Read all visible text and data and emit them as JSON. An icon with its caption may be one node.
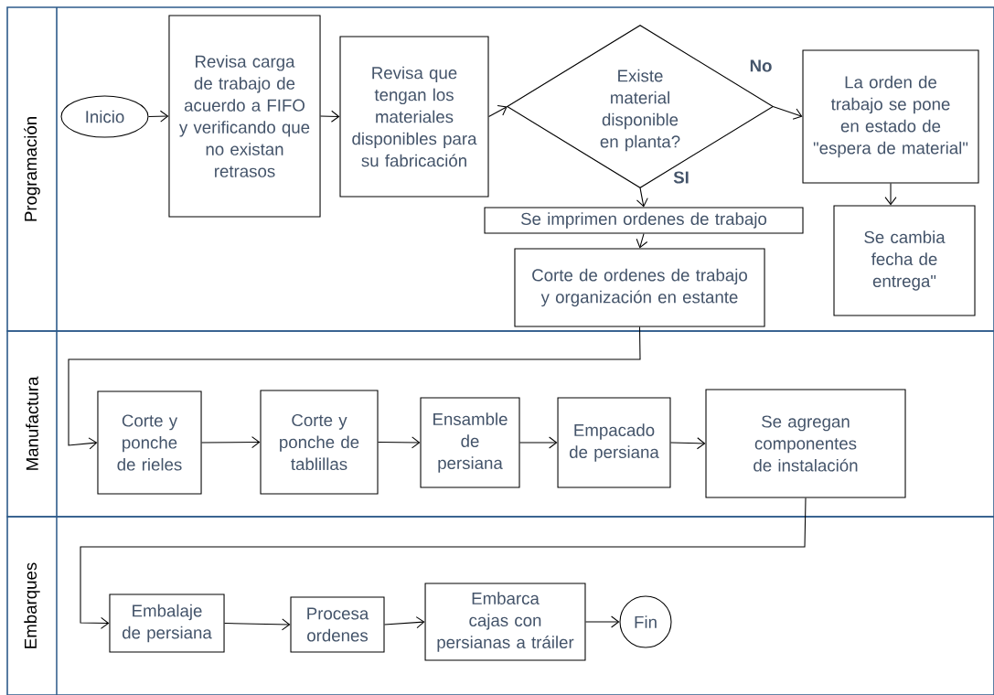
{
  "diagram": {
    "nodes": [
      {
        "text": [
          "Programación"
        ]
      },
      {
        "text": [
          "Inicio"
        ],
        "in": 0
      },
      {
        "text": [
          "Revisa carga de trabajo de acuerdo a FIFO y verificando que no existan retrasos"
        ],
        "in": 0
      },
      {
        "text": [
          "Revisa que tengan los materiales disponibles para su fabricación"
        ],
        "in": 0
      },
      {
        "text": [
          "Existe material disponible en planta?"
        ],
        "in": 0
      },
      {
        "text": [
          "La orden de trabajo se pone en estado de \"espera de material\""
        ],
        "in": 0
      },
      {
        "text": [
          "Se imprimen ordenes de trabajo"
        ],
        "in": 0
      },
      {
        "text": [
          "Se cambia fecha de entrega\""
        ],
        "in": 0
      },
      {
        "text": [
          "Corte de ordenes de trabajo y organización en estante"
        ],
        "in": 0
      },
      {
        "text": [
          "Manufactura"
        ]
      },
      {
        "text": [
          "Corte y ponche de rieles"
        ],
        "in": 9
      },
      {
        "text": [
          "Corte y ponche de tablillas"
        ],
        "in": 9
      },
      {
        "text": [
          "Ensamble de persiana"
        ],
        "in": 9
      },
      {
        "text": [
          "Empacado de persiana"
        ],
        "in": 9
      },
      {
        "text": [
          "Se agregan componentes de instalación"
        ],
        "in": 9
      },
      {
        "text": [
          "Embarques"
        ]
      },
      {
        "text": [
          "Embalaje de persiana"
        ],
        "in": 15
      },
      {
        "text": [
          "Procesa ordenes"
        ],
        "in": 15
      },
      {
        "text": [
          "Embarca cajas con persianas a tráiler"
        ],
        "in": 15
      },
      {
        "text": [
          "Fin"
        ],
        "in": 15
      }
    ],
    "edges": [
      {
        "from": 1,
        "to": 2,
        "arrow": "to"
      },
      {
        "from": 2,
        "to": 3,
        "arrow": "to"
      },
      {
        "from": 3,
        "to": 4,
        "arrow": "to"
      },
      {
        "from": 4,
        "to": 5,
        "arrow": "to",
        "label": "No"
      },
      {
        "from": 4,
        "to": 6,
        "arrow": "to",
        "label": "SI"
      },
      {
        "from": 5,
        "to": 7,
        "arrow": "to"
      },
      {
        "from": 6,
        "to": 8,
        "arrow": "to"
      },
      {
        "from": 8,
        "to": 10,
        "arrow": "to"
      },
      {
        "from": 10,
        "to": 11,
        "arrow": "to"
      },
      {
        "from": 11,
        "to": 12,
        "arrow": "to"
      },
      {
        "from": 12,
        "to": 13,
        "arrow": "to"
      },
      {
        "from": 13,
        "to": 14,
        "arrow": "to"
      },
      {
        "from": 14,
        "to": 16,
        "arrow": "to"
      },
      {
        "from": 16,
        "to": 17,
        "arrow": "to"
      },
      {
        "from": 17,
        "to": 18,
        "arrow": "to"
      },
      {
        "from": 18,
        "to": 19,
        "arrow": "to"
      }
    ]
  }
}
